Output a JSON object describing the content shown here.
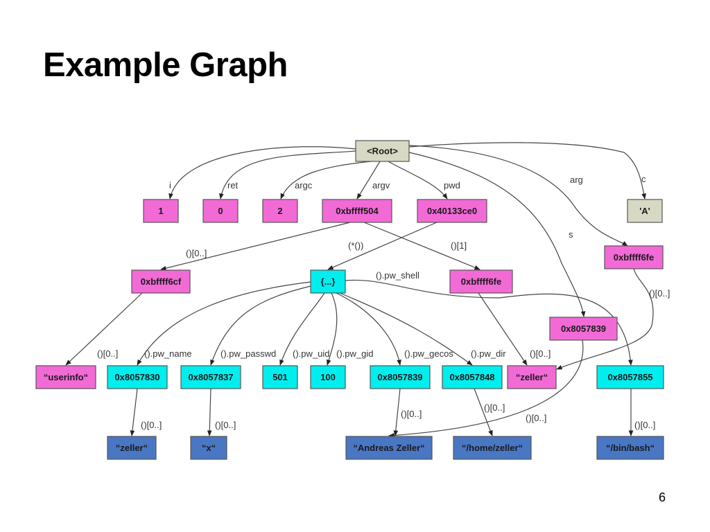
{
  "slide": {
    "title": "Example Graph",
    "page_number": "6"
  },
  "colors": {
    "root": "#d8d9c4",
    "pointer": "#f26ad6",
    "struct": "#00eeee",
    "string": "#4a77c4",
    "char": "#d8d9c4"
  },
  "nodes": [
    {
      "id": "root",
      "label": "<Root>",
      "kind": "root"
    },
    {
      "id": "n_i",
      "label": "1",
      "kind": "pointer"
    },
    {
      "id": "n_ret",
      "label": "0",
      "kind": "pointer"
    },
    {
      "id": "n_argc",
      "label": "2",
      "kind": "pointer"
    },
    {
      "id": "n_argv",
      "label": "0xbffff504",
      "kind": "pointer"
    },
    {
      "id": "n_pwd",
      "label": "0x40133ce0",
      "kind": "pointer"
    },
    {
      "id": "n_c",
      "label": "'A'",
      "kind": "char"
    },
    {
      "id": "n_arg",
      "label": "0xbffff6fe",
      "kind": "pointer"
    },
    {
      "id": "n_6cf",
      "label": "0xbffff6cf",
      "kind": "pointer"
    },
    {
      "id": "n_struct",
      "label": "{...}",
      "kind": "struct"
    },
    {
      "id": "n_6fe",
      "label": "0xbffff6fe",
      "kind": "pointer"
    },
    {
      "id": "n_s",
      "label": "0x8057839",
      "kind": "pointer"
    },
    {
      "id": "n_userinfo",
      "label": "“userinfo“",
      "kind": "pointer"
    },
    {
      "id": "n_830",
      "label": "0x8057830",
      "kind": "struct"
    },
    {
      "id": "n_837",
      "label": "0x8057837",
      "kind": "struct"
    },
    {
      "id": "n_501",
      "label": "501",
      "kind": "struct"
    },
    {
      "id": "n_100",
      "label": "100",
      "kind": "struct"
    },
    {
      "id": "n_839",
      "label": "0x8057839",
      "kind": "struct"
    },
    {
      "id": "n_848",
      "label": "0x8057848",
      "kind": "struct"
    },
    {
      "id": "n_zeller_p",
      "label": "“zeller“",
      "kind": "pointer"
    },
    {
      "id": "n_855",
      "label": "0x8057855",
      "kind": "struct"
    },
    {
      "id": "n_zeller",
      "label": "“zeller“",
      "kind": "string"
    },
    {
      "id": "n_x",
      "label": "“x“",
      "kind": "string"
    },
    {
      "id": "n_andreas",
      "label": "“Andreas Zeller“",
      "kind": "string"
    },
    {
      "id": "n_home",
      "label": "“/home/zeller“",
      "kind": "string"
    },
    {
      "id": "n_bash",
      "label": "“/bin/bash“",
      "kind": "string"
    }
  ],
  "edges": [
    {
      "from": "root",
      "to": "n_i",
      "label": "i"
    },
    {
      "from": "root",
      "to": "n_ret",
      "label": "ret"
    },
    {
      "from": "root",
      "to": "n_argc",
      "label": "argc"
    },
    {
      "from": "root",
      "to": "n_argv",
      "label": "argv"
    },
    {
      "from": "root",
      "to": "n_pwd",
      "label": "pwd"
    },
    {
      "from": "root",
      "to": "n_arg",
      "label": "arg"
    },
    {
      "from": "root",
      "to": "n_c",
      "label": "c"
    },
    {
      "from": "root",
      "to": "n_s",
      "label": "s"
    },
    {
      "from": "n_argv",
      "to": "n_6cf",
      "label": "()[0..]"
    },
    {
      "from": "n_argv",
      "to": "n_6fe",
      "label": "()[1]"
    },
    {
      "from": "n_pwd",
      "to": "n_struct",
      "label": "(*())"
    },
    {
      "from": "n_6cf",
      "to": "n_userinfo",
      "label": "()[0..]"
    },
    {
      "from": "n_struct",
      "to": "n_855",
      "label": "().pw_shell"
    },
    {
      "from": "n_struct",
      "to": "n_830",
      "label": "().pw_name"
    },
    {
      "from": "n_struct",
      "to": "n_837",
      "label": "().pw_passwd"
    },
    {
      "from": "n_struct",
      "to": "n_501",
      "label": "().pw_uid"
    },
    {
      "from": "n_struct",
      "to": "n_100",
      "label": "().pw_gid"
    },
    {
      "from": "n_struct",
      "to": "n_839",
      "label": "().pw_gecos"
    },
    {
      "from": "n_struct",
      "to": "n_848",
      "label": "().pw_dir"
    },
    {
      "from": "n_6fe",
      "to": "n_zeller_p",
      "label": "()[0..]"
    },
    {
      "from": "n_arg",
      "to": "n_zeller_p",
      "label": "()[0..]"
    },
    {
      "from": "n_s",
      "to": "n_andreas",
      "label": "()[0..]"
    },
    {
      "from": "n_830",
      "to": "n_zeller",
      "label": "()[0..]"
    },
    {
      "from": "n_837",
      "to": "n_x",
      "label": "()[0..]"
    },
    {
      "from": "n_839",
      "to": "n_andreas",
      "label": "()[0..]"
    },
    {
      "from": "n_848",
      "to": "n_home",
      "label": "()[0..]"
    },
    {
      "from": "n_855",
      "to": "n_bash",
      "label": "()[0..]"
    }
  ]
}
